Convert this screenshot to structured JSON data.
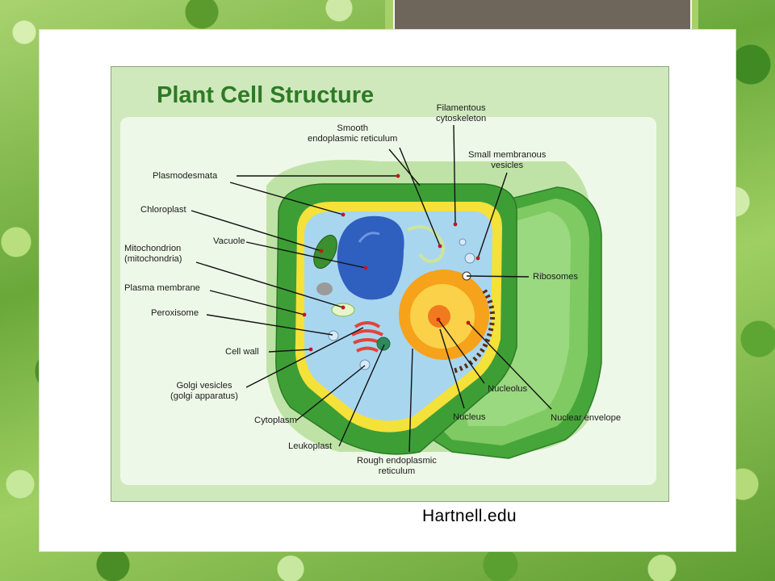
{
  "diagram": {
    "title": "Plant Cell Structure",
    "labels": {
      "filamentous_cytoskeleton": "Filamentous\ncytoskeleton",
      "smooth_er": "Smooth\nendoplasmic reticulum",
      "small_vesicles": "Small membranous\nvesicles",
      "plasmodesmata": "Plasmodesmata",
      "chloroplast": "Chloroplast",
      "vacuole": "Vacuole",
      "mitochondrion": "Mitochondrion\n(mitochondria)",
      "plasma_membrane": "Plasma membrane",
      "peroxisome": "Peroxisome",
      "cell_wall": "Cell wall",
      "golgi": "Golgi vesicles\n(golgi apparatus)",
      "cytoplasm": "Cytoplasm",
      "leukoplast": "Leukoplast",
      "rough_er": "Rough endoplasmic\nreticulum",
      "ribosomes": "Ribosomes",
      "nucleolus": "Nucleolus",
      "nucleus": "Nucleus",
      "nuclear_envelope": "Nuclear envelope"
    }
  },
  "source": "Hartnell.edu",
  "colors": {
    "title_green": "#2f7a25",
    "cell_wall_green": "#3fa33a",
    "cytoplasm_blue": "#a9d6ef",
    "vacuole_blue": "#2f5fbf",
    "nucleus_orange": "#f6a21a",
    "membrane_yellow": "#f4e13a"
  }
}
